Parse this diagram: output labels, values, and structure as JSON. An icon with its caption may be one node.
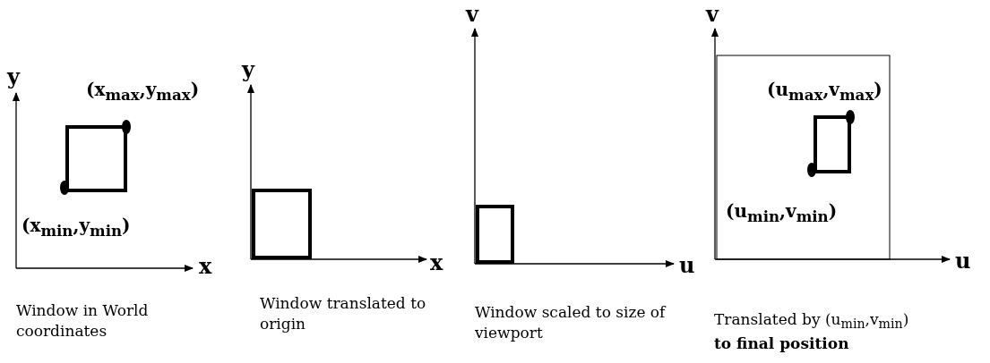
{
  "diagram": {
    "labels": [
      "y",
      "(x$_{max}$,y$_{max}$)",
      "(x$_{min}$,y$_{min}$)",
      "x",
      "Window in World coordinates",
      "y",
      "x",
      "Window translated to origin",
      "v",
      "u",
      "Window scaled to size of viewport",
      "v",
      "(u$_{max}$,v$_{max}$)",
      "(u$_{min}$,v$_{min}$)",
      "u",
      "Translated by (u$_{min}$,v$_{min}$) **to final position**"
    ]
  }
}
